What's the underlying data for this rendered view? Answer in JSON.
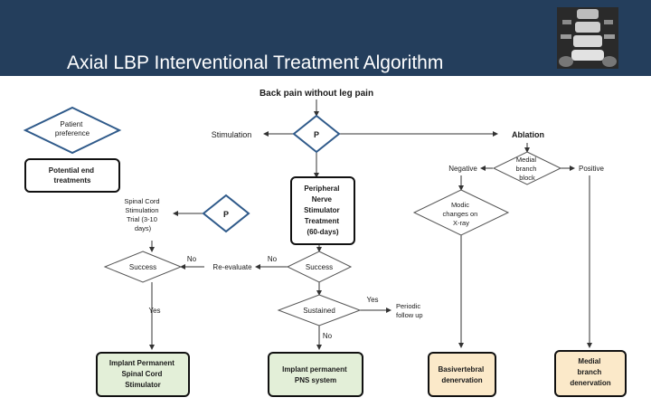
{
  "header": {
    "title": "Axial LBP Interventional Treatment Algorithm",
    "image": "lumbar-spine-xray-thumbnail"
  },
  "colors": {
    "header_bg": "#243e5c",
    "diamond_blue": "#2f5a8a",
    "green_box": "#e3efd8",
    "orange_box": "#fbe9c9",
    "lines": "#333333"
  },
  "flowchart": {
    "start": "Back pain without leg pain",
    "patient_preference": [
      "Patient",
      "preference"
    ],
    "potential_end_treatments": [
      "Potential end",
      "treatments"
    ],
    "p_top": "P",
    "stimulation": "Stimulation",
    "ablation": "Ablation",
    "medial_branch_block": [
      "Medial",
      "branch",
      "block"
    ],
    "negative": "Negative",
    "positive": "Positive",
    "modic_changes": [
      "Modic",
      "changes on",
      "X-ray"
    ],
    "pns_treatment": [
      "Peripheral",
      "Nerve",
      "Stimulator",
      "Treatment",
      "(60-days)"
    ],
    "p_mid": "P",
    "scs_trial": [
      "Spinal Cord",
      "Stimulation",
      "Trial (3-10",
      "days)"
    ],
    "success_left": "Success",
    "no_left": "No",
    "reevaluate": "Re-evaluate",
    "no_right": "No",
    "success_center": "Success",
    "sustained": "Sustained",
    "yes_sustained": "Yes",
    "periodic_follow_up": [
      "Periodic",
      "follow up"
    ],
    "yes_left": "Yes",
    "no_bottom": "No",
    "implant_scs": [
      "Implant Permanent",
      "Spinal Cord",
      "Stimulator"
    ],
    "implant_pns": [
      "Implant permanent",
      "PNS system"
    ],
    "basivertebral": [
      "Basivertebral",
      "denervation"
    ],
    "medial_branch_denervation": [
      "Medial",
      "branch",
      "denervation"
    ]
  }
}
